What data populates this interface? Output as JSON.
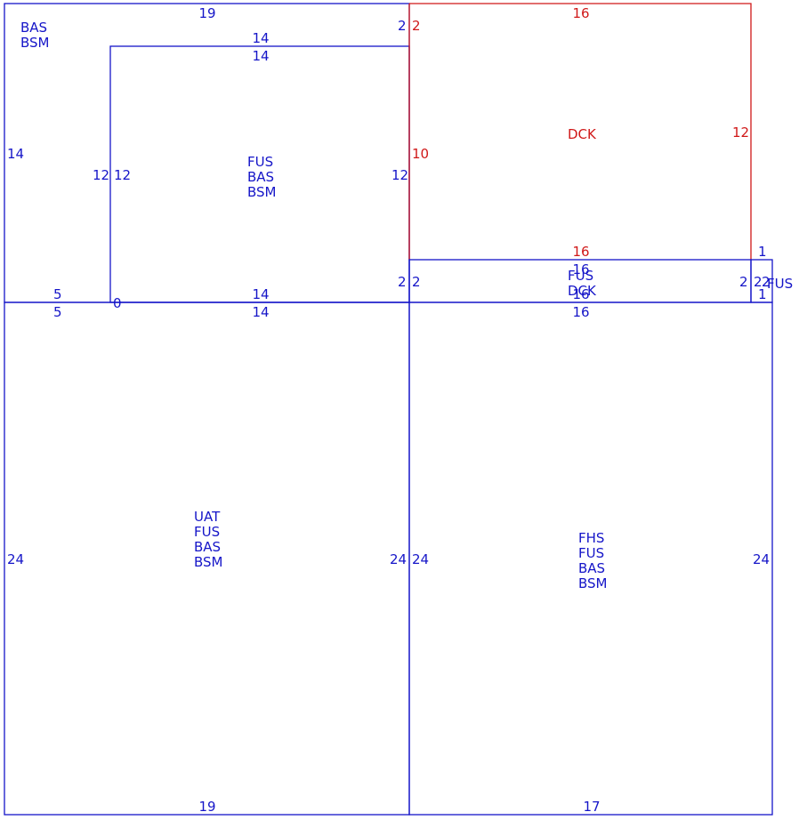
{
  "colors": {
    "blue": "#1515c8",
    "red": "#d01818"
  },
  "rooms": {
    "outer_left": {
      "labels": [
        "BAS",
        "BSM"
      ]
    },
    "inner_left": {
      "labels": [
        "FUS",
        "BAS",
        "BSM"
      ]
    },
    "deck": {
      "labels": [
        "DCK"
      ]
    },
    "strip": {
      "labels": [
        "FUS",
        "DCK"
      ]
    },
    "right_tiny": {
      "labels": [
        "FUS"
      ]
    },
    "bottom_left": {
      "labels": [
        "UAT",
        "FUS",
        "BAS",
        "BSM"
      ]
    },
    "bottom_right": {
      "labels": [
        "FHS",
        "FUS",
        "BAS",
        "BSM"
      ]
    }
  },
  "dims": {
    "outer_top": "19",
    "inner_top_outside": "14",
    "inner_top_inside": "14",
    "outer_left": "14",
    "inner_left_outside": "12",
    "inner_left_inside": "12",
    "inner_right": "12",
    "outer_right_top": "2",
    "outer_bottom_left": "5",
    "outer_bottom_zero": "0",
    "inner_bottom": "14",
    "outer_right_bottom": "2",
    "deck_top": "16",
    "deck_left_top": "2",
    "deck_left": "10",
    "deck_right": "12",
    "deck_bottom": "16",
    "strip_top": "16",
    "strip_left": "2",
    "strip_bottom": "16",
    "strip_right": "2",
    "tiny_top": "1",
    "tiny_left": "2",
    "tiny_right": "2",
    "tiny_bottom": "1",
    "bl_top_left": "5",
    "bl_top": "14",
    "bl_left": "24",
    "bl_right": "24",
    "bl_bottom": "19",
    "br_top": "16",
    "br_left": "24",
    "br_right": "24",
    "br_bottom": "17"
  }
}
